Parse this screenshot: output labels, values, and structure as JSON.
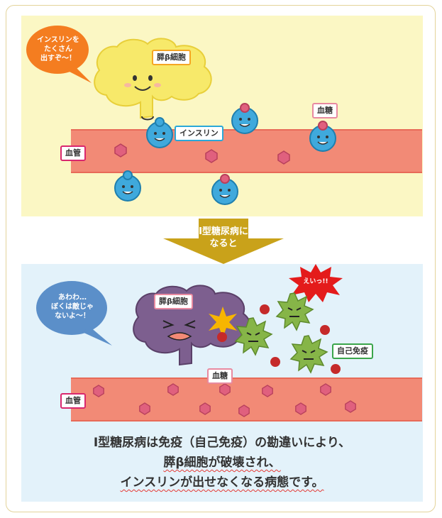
{
  "top": {
    "speech": "インスリンを\nたくさん\n出すぞ〜！",
    "beta_cell_label": "膵β細胞",
    "insulin_label": "インスリン",
    "blood_sugar_label": "血糖",
    "vessel_label": "血管"
  },
  "arrow": {
    "text": "Ⅰ型糖尿病に\nなると"
  },
  "bottom": {
    "speech": "あわわ…\nぼくは敵じゃ\nないよ〜！",
    "shout": "えいっ!!",
    "beta_cell_label": "膵β細胞",
    "autoimmune_label": "自己免疫",
    "blood_sugar_label": "血糖",
    "vessel_label": "血管"
  },
  "caption": {
    "line1": "Ⅰ型糖尿病は免疫（自己免疫）の勘違いにより、",
    "line2": "膵β細胞が破壊され、",
    "line3": "インスリンが出せなくなる病態です。"
  },
  "colors": {
    "top_bg": "#fbf7c4",
    "bottom_bg": "#e3f2fa",
    "vessel": "#f28a76",
    "arrow": "#c9a21a",
    "pancreas_healthy": "#f7e96a",
    "pancreas_damaged": "#7d5f8f",
    "insulin": "#3fa9dc",
    "autoimmune": "#86b548",
    "glucose": "#e0607e"
  }
}
